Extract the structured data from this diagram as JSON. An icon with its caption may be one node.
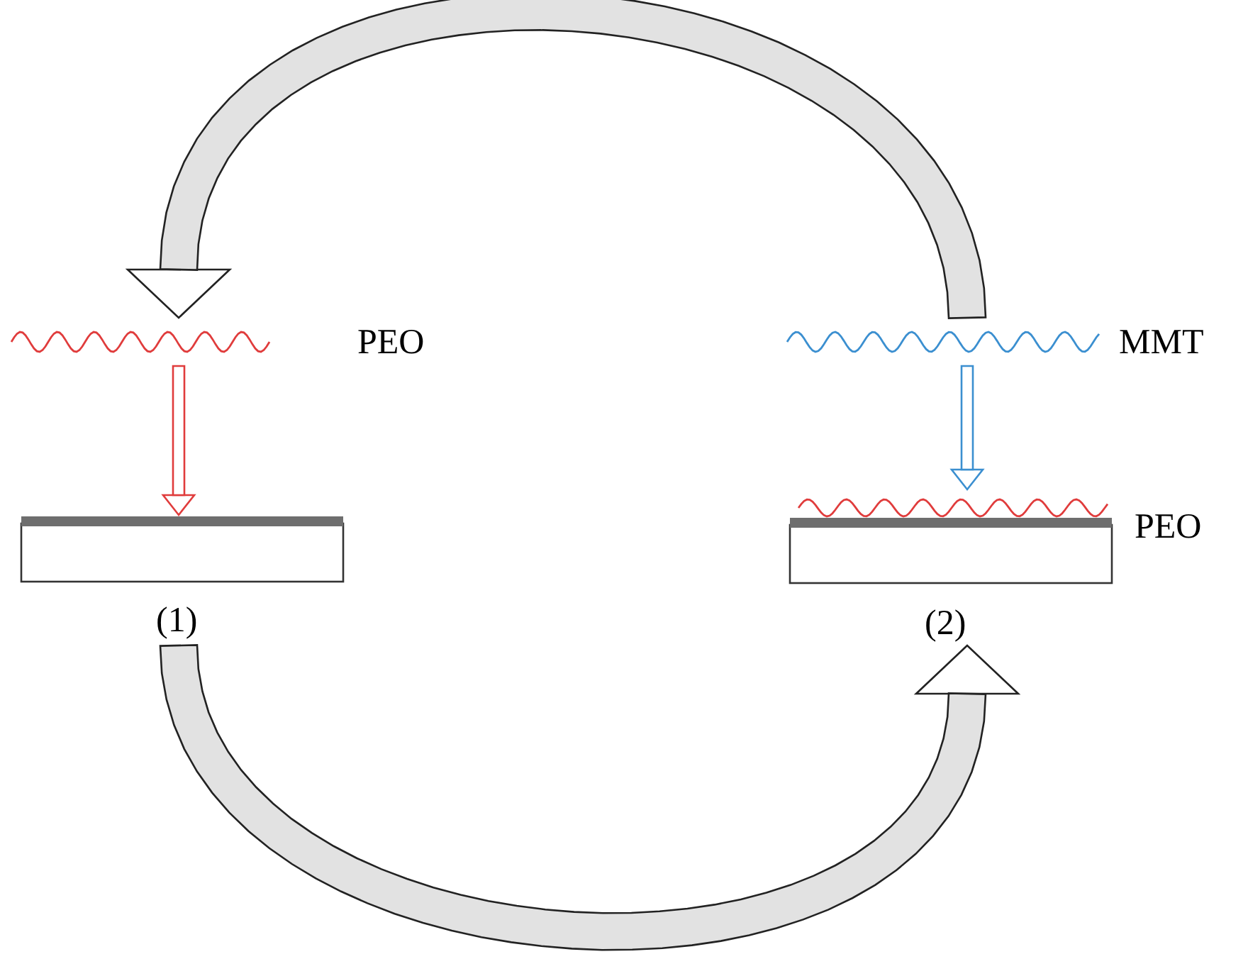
{
  "diagram": {
    "nodes": [
      {
        "text": [
          "PEO"
        ]
      },
      {
        "text": [
          "(1)"
        ]
      },
      {
        "text": [
          "MMT"
        ]
      },
      {
        "text": [
          "PEO",
          "(2)"
        ]
      }
    ],
    "edges": [
      {
        "from": 0,
        "to": 1,
        "arrow": "to",
        "color": "#e03c3c"
      },
      {
        "from": 2,
        "to": 3,
        "arrow": "to",
        "color": "#3b8fd0"
      },
      {
        "from": 1,
        "to": 3,
        "arrow": "to"
      },
      {
        "from": 2,
        "to": 0,
        "arrow": "to"
      }
    ]
  }
}
